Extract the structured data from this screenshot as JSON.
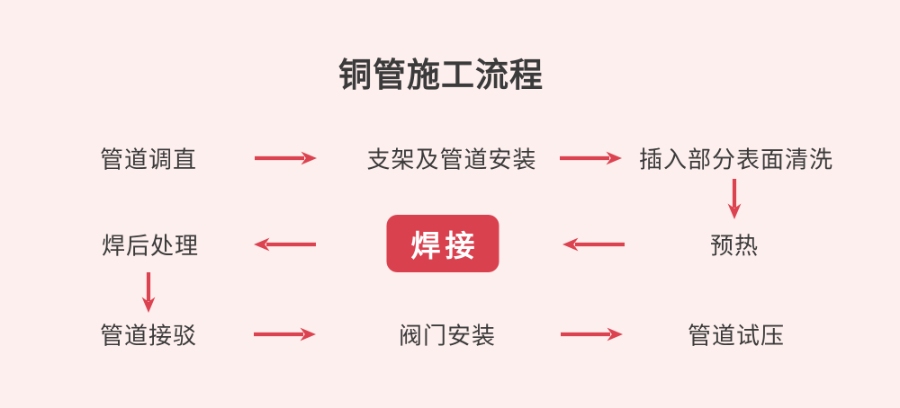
{
  "title": "铜管施工流程",
  "colors": {
    "background": "#fdefed",
    "accent": "#dc4351",
    "highlight": "#d9414f",
    "text": "#3b3b3b",
    "box_text": "#ffffff"
  },
  "nodes": {
    "pipe_straightening": "管道调直",
    "bracket_pipe_install": "支架及管道安装",
    "insert_surface_cleaning": "插入部分表面清洗",
    "preheating": "预热",
    "welding": "焊接",
    "post_weld_treatment": "焊后处理",
    "pipe_connection": "管道接驳",
    "valve_installation": "阀门安装",
    "pipe_pressure_test": "管道试压"
  }
}
